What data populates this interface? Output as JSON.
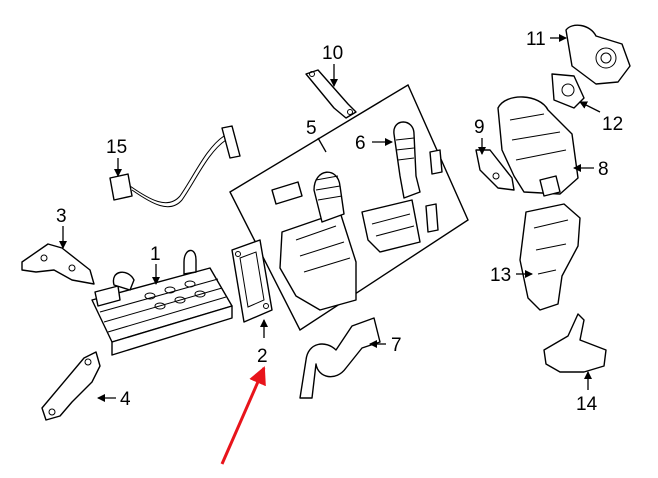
{
  "callouts": [
    {
      "id": "1",
      "label": "1"
    },
    {
      "id": "2",
      "label": "2"
    },
    {
      "id": "3",
      "label": "3"
    },
    {
      "id": "4",
      "label": "4"
    },
    {
      "id": "5",
      "label": "5"
    },
    {
      "id": "6",
      "label": "6"
    },
    {
      "id": "7",
      "label": "7"
    },
    {
      "id": "8",
      "label": "8"
    },
    {
      "id": "9",
      "label": "9"
    },
    {
      "id": "10",
      "label": "10"
    },
    {
      "id": "11",
      "label": "11"
    },
    {
      "id": "12",
      "label": "12"
    },
    {
      "id": "13",
      "label": "13"
    },
    {
      "id": "14",
      "label": "14"
    },
    {
      "id": "15",
      "label": "15"
    }
  ],
  "colors": {
    "line": "#000000",
    "background": "#ffffff",
    "highlight_arrow": "#e8141b"
  },
  "highlight": {
    "target": "2"
  }
}
